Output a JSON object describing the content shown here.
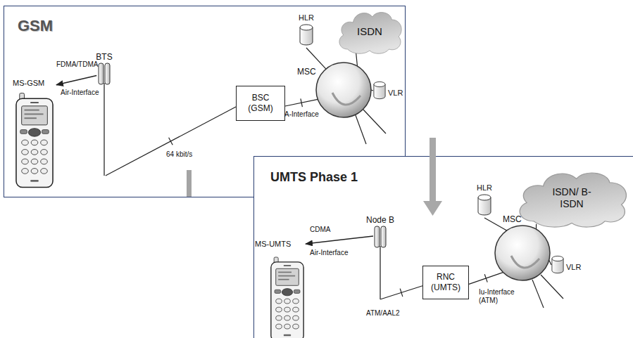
{
  "diagram": {
    "nodes": [
      {
        "text": [
          "GSM"
        ]
      },
      {
        "text": [
          "MS-GSM"
        ],
        "in": 0
      },
      {
        "text": [
          "BTS"
        ],
        "in": 0
      },
      {
        "text": [
          "BSC (GSM)"
        ],
        "in": 0
      },
      {
        "text": [
          "MSC"
        ],
        "in": 0
      },
      {
        "text": [
          "HLR"
        ],
        "in": 0
      },
      {
        "text": [
          "ISDN"
        ],
        "in": 0
      },
      {
        "text": [
          "VLR"
        ],
        "in": 0
      },
      {
        "text": [
          "UMTS Phase 1"
        ]
      },
      {
        "text": [
          "MS-UMTS"
        ],
        "in": 8
      },
      {
        "text": [
          "Node B"
        ],
        "in": 8
      },
      {
        "text": [
          "RNC (UMTS)"
        ],
        "in": 8
      },
      {
        "text": [
          "MSC"
        ],
        "in": 8
      },
      {
        "text": [
          "HLR"
        ],
        "in": 8
      },
      {
        "text": [
          "ISDN/ B-ISDN"
        ],
        "in": 8
      },
      {
        "text": [
          "VLR"
        ],
        "in": 8
      }
    ],
    "edges": [
      {
        "from": 2,
        "to": 1,
        "arrow": "to",
        "label": "FDMA/TDMA"
      },
      {
        "from": 2,
        "to": 3,
        "arrow": "none",
        "label": "64 kbit/s"
      },
      {
        "from": 3,
        "to": 4,
        "arrow": "none",
        "label": "A-Interface"
      },
      {
        "from": 4,
        "to": 5,
        "arrow": "none"
      },
      {
        "from": 4,
        "to": 6,
        "arrow": "none"
      },
      {
        "from": 4,
        "to": 7,
        "arrow": "none"
      },
      {
        "from": 10,
        "to": 9,
        "arrow": "to",
        "label": "CDMA"
      },
      {
        "from": 10,
        "to": 11,
        "arrow": "none",
        "label": "ATM/AAL2"
      },
      {
        "from": 11,
        "to": 12,
        "arrow": "none",
        "label": "Iu-Interface (ATM)"
      },
      {
        "from": 12,
        "to": 13,
        "arrow": "none"
      },
      {
        "from": 12,
        "to": 14,
        "arrow": "none"
      },
      {
        "from": 12,
        "to": 15,
        "arrow": "none"
      }
    ],
    "labels": [
      "Air-Interface",
      "Air-Interface"
    ]
  }
}
